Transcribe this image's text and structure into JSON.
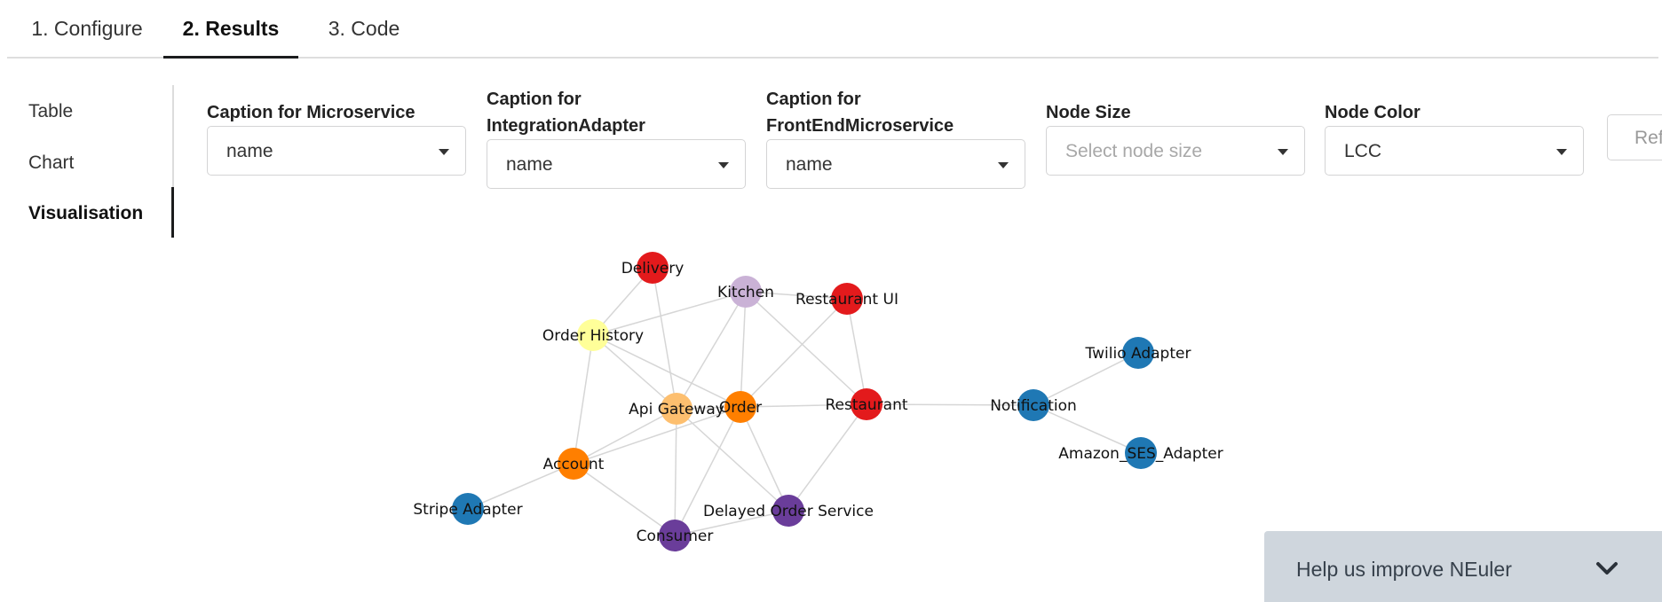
{
  "tabs": [
    {
      "label": "1. Configure"
    },
    {
      "label": "2. Results",
      "active": true
    },
    {
      "label": "3. Code"
    }
  ],
  "side_menu": {
    "items": [
      {
        "label": "Table"
      },
      {
        "label": "Chart"
      },
      {
        "label": "Visualisation",
        "active": true
      }
    ]
  },
  "controls": {
    "caption_microservice": {
      "label": "Caption for Microservice",
      "value": "name"
    },
    "caption_integration": {
      "label": "Caption for IntegrationAdapter",
      "value": "name"
    },
    "caption_frontend": {
      "label": "Caption for FrontEndMicroservice",
      "value": "name"
    },
    "node_size": {
      "label": "Node Size",
      "placeholder": "Select node size"
    },
    "node_color": {
      "label": "Node Color",
      "value": "LCC"
    },
    "refresh_label": "Ref"
  },
  "graph": {
    "colors": {
      "red": "#e31a1c",
      "orange": "#ff7f00",
      "light_orange": "#fdbf6f",
      "yellow": "#ffff99",
      "lilac": "#cab2d6",
      "purple": "#6a3d9a",
      "blue": "#1f78b4",
      "edge": "#d6d6d6"
    },
    "nodes": [
      {
        "id": "delivery",
        "label": "Delivery",
        "color": "red"
      },
      {
        "id": "kitchen",
        "label": "Kitchen",
        "color": "lilac"
      },
      {
        "id": "restaurant_ui",
        "label": "Restaurant UI",
        "color": "red"
      },
      {
        "id": "order_history",
        "label": "Order History",
        "color": "yellow"
      },
      {
        "id": "api_gateway",
        "label": "Api Gateway",
        "color": "light_orange"
      },
      {
        "id": "order",
        "label": "Order",
        "color": "orange"
      },
      {
        "id": "restaurant",
        "label": "Restaurant",
        "color": "red"
      },
      {
        "id": "notification",
        "label": "Notification",
        "color": "blue"
      },
      {
        "id": "twilio",
        "label": "Twilio Adapter",
        "color": "blue"
      },
      {
        "id": "amazon_ses",
        "label": "Amazon_SES_Adapter",
        "color": "blue"
      },
      {
        "id": "account",
        "label": "Account",
        "color": "orange"
      },
      {
        "id": "stripe",
        "label": "Stripe Adapter",
        "color": "blue"
      },
      {
        "id": "consumer",
        "label": "Consumer",
        "color": "purple"
      },
      {
        "id": "delayed_order",
        "label": "Delayed Order Service",
        "color": "purple"
      }
    ],
    "edges": [
      [
        "delivery",
        "order_history"
      ],
      [
        "delivery",
        "api_gateway"
      ],
      [
        "kitchen",
        "order_history"
      ],
      [
        "kitchen",
        "api_gateway"
      ],
      [
        "kitchen",
        "order"
      ],
      [
        "kitchen",
        "restaurant"
      ],
      [
        "kitchen",
        "restaurant_ui"
      ],
      [
        "order_history",
        "api_gateway"
      ],
      [
        "order_history",
        "order"
      ],
      [
        "order_history",
        "account"
      ],
      [
        "restaurant_ui",
        "order"
      ],
      [
        "restaurant_ui",
        "restaurant"
      ],
      [
        "api_gateway",
        "order"
      ],
      [
        "api_gateway",
        "account"
      ],
      [
        "api_gateway",
        "consumer"
      ],
      [
        "api_gateway",
        "delayed_order"
      ],
      [
        "order",
        "restaurant"
      ],
      [
        "order",
        "account"
      ],
      [
        "order",
        "consumer"
      ],
      [
        "order",
        "delayed_order"
      ],
      [
        "restaurant",
        "notification"
      ],
      [
        "restaurant",
        "delayed_order"
      ],
      [
        "notification",
        "twilio"
      ],
      [
        "notification",
        "amazon_ses"
      ],
      [
        "account",
        "stripe"
      ],
      [
        "account",
        "consumer"
      ],
      [
        "consumer",
        "delayed_order"
      ]
    ]
  },
  "feedback": {
    "label": "Help us improve NEuler",
    "icon": "chevron-down-icon"
  }
}
